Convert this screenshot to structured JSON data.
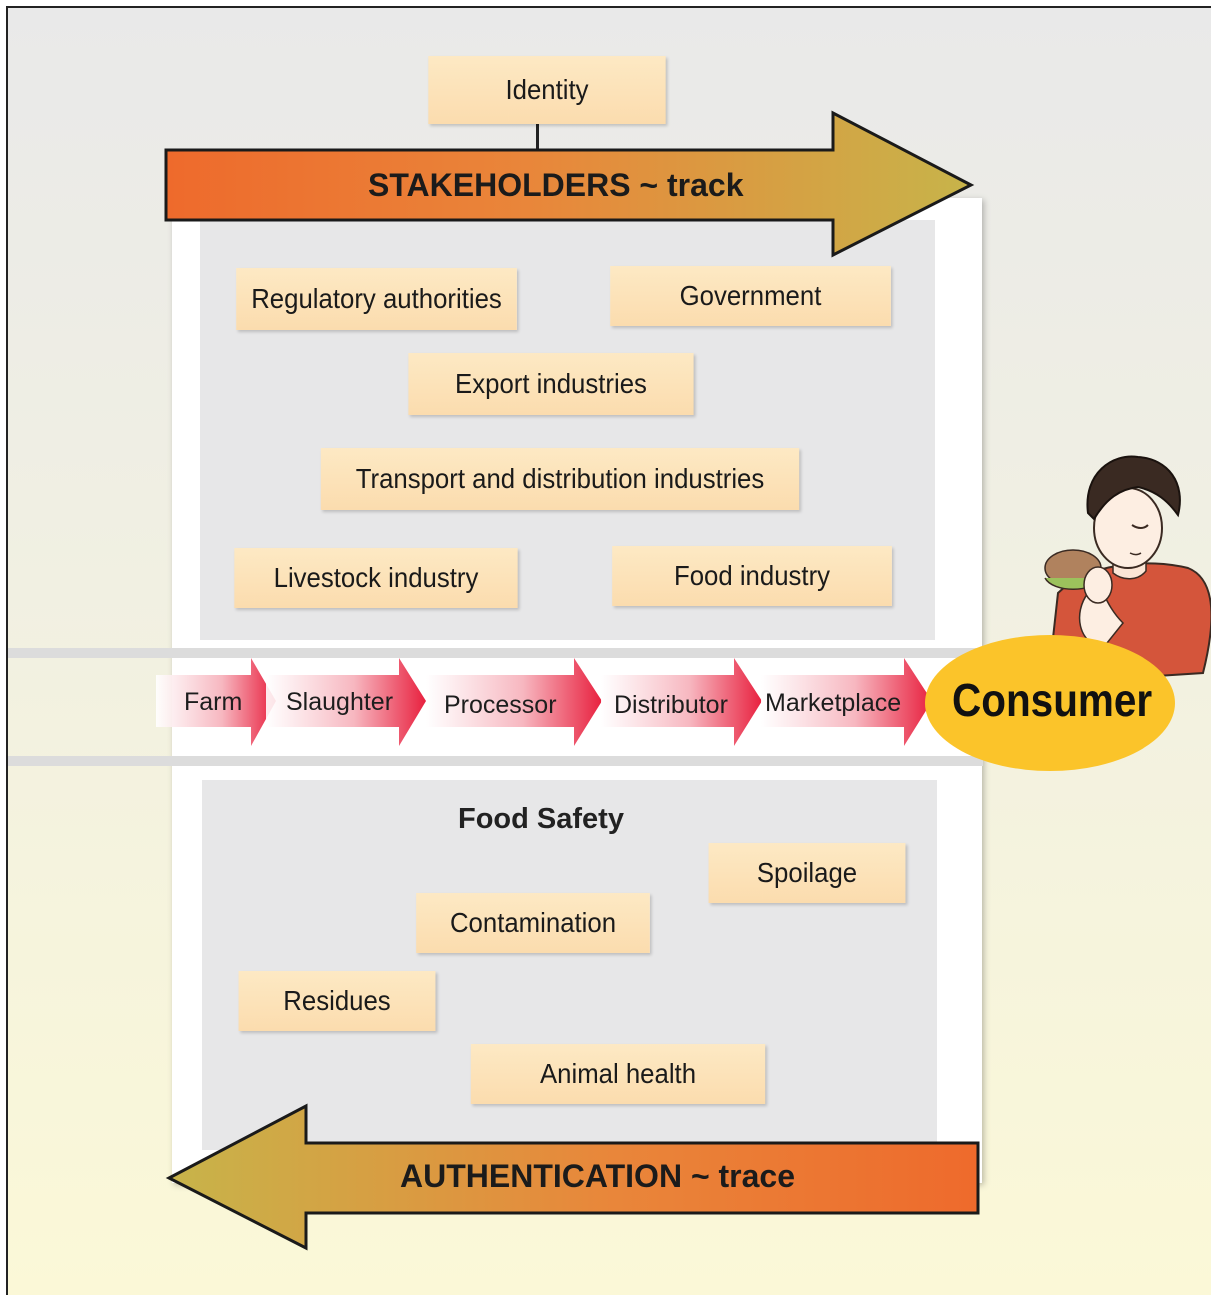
{
  "identity": "Identity",
  "stakeholders_arrow": "STAKEHOLDERS ~ track",
  "authentication_arrow": "AUTHENTICATION ~ trace",
  "stakeholders": {
    "regulatory": "Regulatory authorities",
    "government": "Government",
    "export": "Export industries",
    "transport": "Transport and distribution industries",
    "livestock": "Livestock industry",
    "food": "Food industry"
  },
  "chain": [
    "Farm",
    "Slaughter",
    "Processor",
    "Distributor",
    "Marketplace"
  ],
  "consumer": "Consumer",
  "food_safety": {
    "title": "Food Safety",
    "spoilage": "Spoilage",
    "contamination": "Contamination",
    "residues": "Residues",
    "animal_health": "Animal health"
  },
  "colors": {
    "arrow_orange": "#ee6a2c",
    "arrow_olive": "#c7b44a",
    "chevron_red": "#e8213f",
    "consumer_yellow": "#fbc42a"
  }
}
